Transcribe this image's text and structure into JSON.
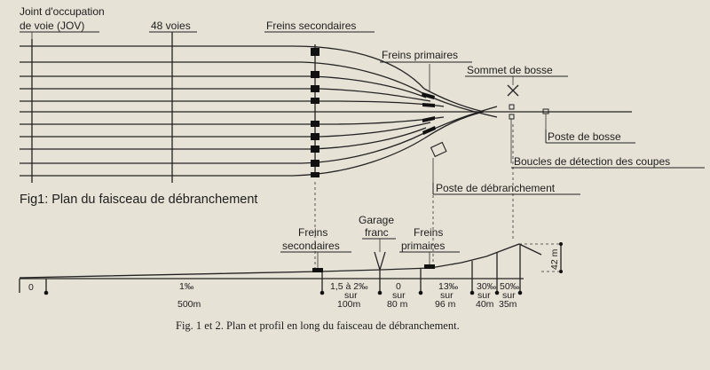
{
  "plan": {
    "labels": {
      "jov_line1": "Joint d'occupation",
      "jov_line2": "de voie (JOV)",
      "voies": "48 voies",
      "freins_secondaires": "Freins secondaires",
      "freins_primaires": "Freins primaires",
      "sommet": "Sommet de bosse",
      "poste_bosse": "Poste de bosse",
      "boucles": "Boucles de détection des coupes",
      "poste_debranchement": "Poste de débranchement"
    },
    "title": "Fig1: Plan du faisceau de débranchement"
  },
  "profile": {
    "labels": {
      "freins_sec_line1": "Freins",
      "freins_sec_line2": "secondaires",
      "garage_line1": "Garage",
      "garage_line2": "franc",
      "freins_prim_line1": "Freins",
      "freins_prim_line2": "primaires",
      "height": "42 m"
    },
    "segments": [
      {
        "grade": "0",
        "sur": "",
        "length": ""
      },
      {
        "grade": "1‰",
        "sur": "",
        "length": "500m"
      },
      {
        "grade": "1,5 à 2‰",
        "sur": "sur",
        "length": "100m"
      },
      {
        "grade": "0",
        "sur": "sur",
        "length": "80 m"
      },
      {
        "grade": "13‰",
        "sur": "sur",
        "length": "96 m"
      },
      {
        "grade": "30‰",
        "sur": "sur",
        "length": "40m"
      },
      {
        "grade": "50‰",
        "sur": "sur",
        "length": "35m"
      }
    ]
  },
  "caption": "Fig. 1 et 2.   Plan et profil en long du faisceau de débranchement."
}
